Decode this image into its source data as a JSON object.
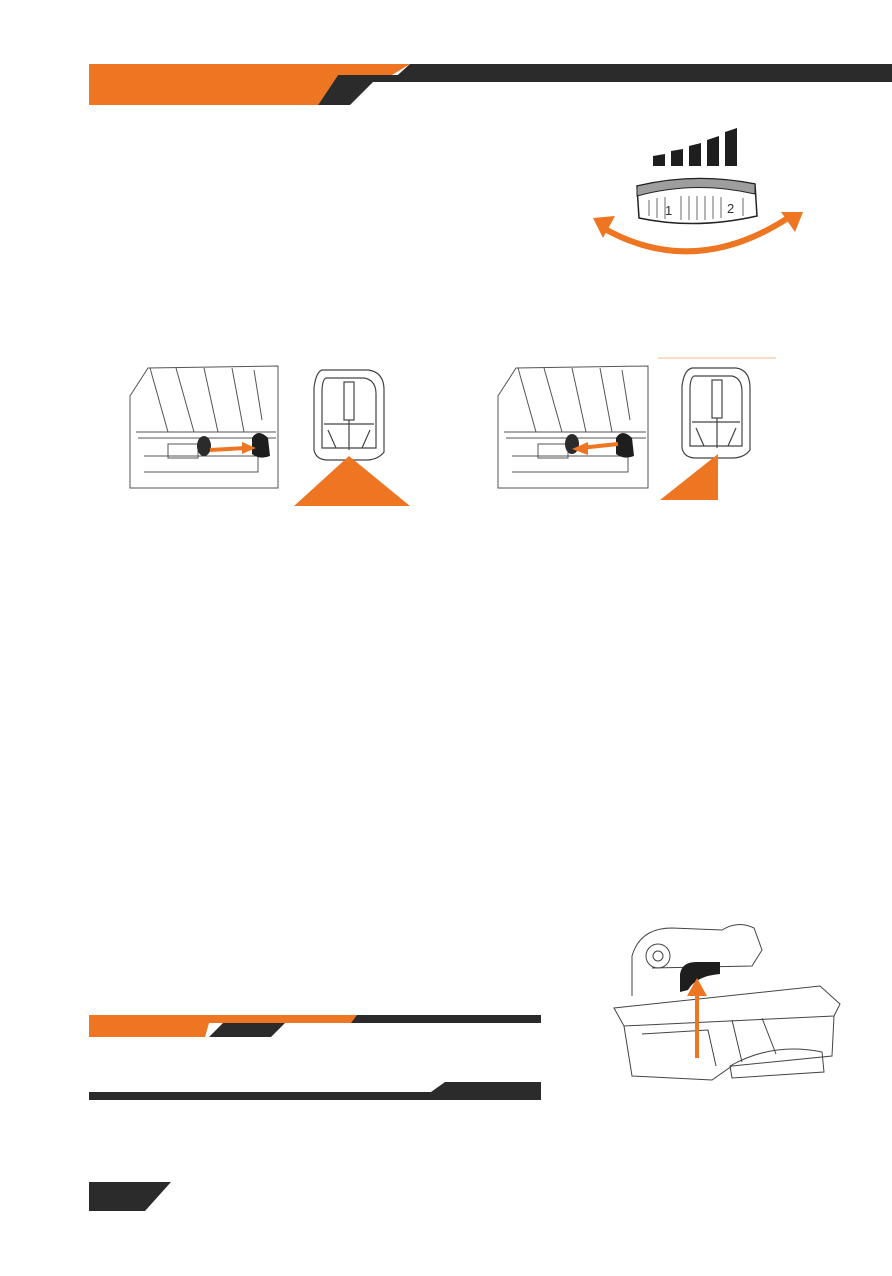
{
  "colors": {
    "accent": "#ee7623",
    "dark": "#2b2b2b",
    "line": "#555555"
  },
  "dial": {
    "number_1": "1",
    "number_2": "2",
    "icon": "speed-dial-icon"
  },
  "figures": {
    "blade_guide_a": "blade-guide-open-figure",
    "blade_guide_b": "blade-guide-closed-figure",
    "dust_port": "dust-port-figure"
  }
}
